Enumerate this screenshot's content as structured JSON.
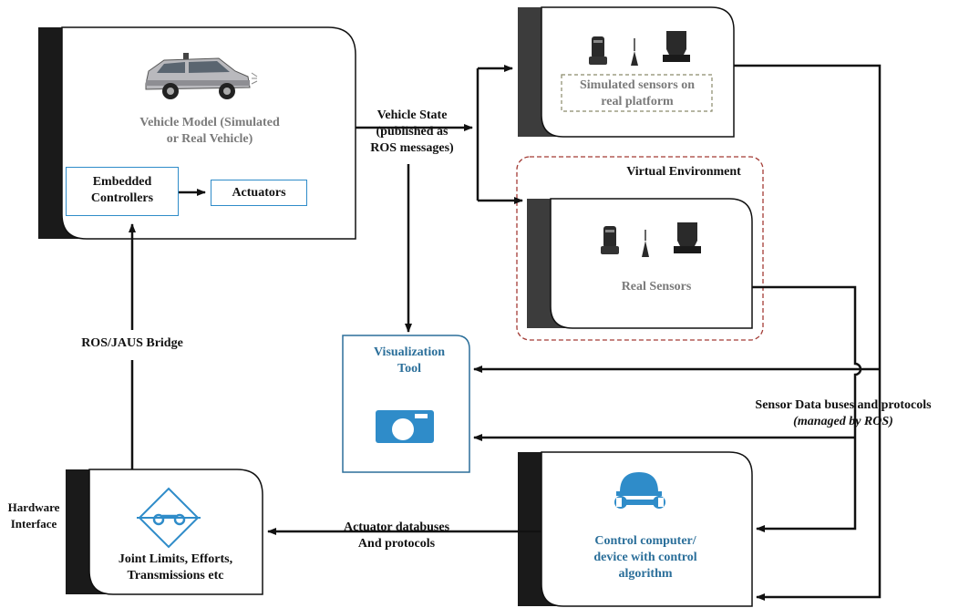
{
  "vehicle_block": {
    "title_line1": "Vehicle Model (Simulated",
    "title_line2": "or Real Vehicle)",
    "embedded_line1": "Embedded",
    "embedded_line2": "Controllers",
    "actuators": "Actuators"
  },
  "vehicle_state": {
    "line1": "Vehicle State",
    "line2": "(published as",
    "line3": "ROS messages)"
  },
  "sim_sensors": {
    "line1": "Simulated sensors on",
    "line2": "real platform"
  },
  "virtual_env": {
    "label": "Virtual Environment"
  },
  "real_sensors": {
    "label": "Real Sensors"
  },
  "visualization": {
    "line1": "Visualization",
    "line2": "Tool"
  },
  "ros_bridge": {
    "label": "ROS/JAUS Bridge"
  },
  "sensor_bus": {
    "line1": "Sensor Data buses and protocols",
    "line2": "(managed by ROS)"
  },
  "hardware": {
    "side_line1": "Hardware",
    "side_line2": "Interface",
    "line1": "Joint Limits, Efforts,",
    "line2": "Transmissions etc"
  },
  "actuator_bus": {
    "line1": "Actuator databuses",
    "line2": "And protocols"
  },
  "control": {
    "line1": "Control computer/",
    "line2": "device with control",
    "line3": "algorithm"
  },
  "colors": {
    "accent_blue": "#2b6f9a",
    "icon_blue": "#2f8cc9",
    "virtual_env_border": "#a33b35",
    "sim_sensor_border": "#8a8a6a",
    "dark_block": "#1a1a1a"
  },
  "icons": [
    "car-icon",
    "lidar-icon",
    "antenna-icon",
    "camera-sensor-icon",
    "photo-camera-icon",
    "joint-valve-icon",
    "hardhat-wrench-icon"
  ]
}
